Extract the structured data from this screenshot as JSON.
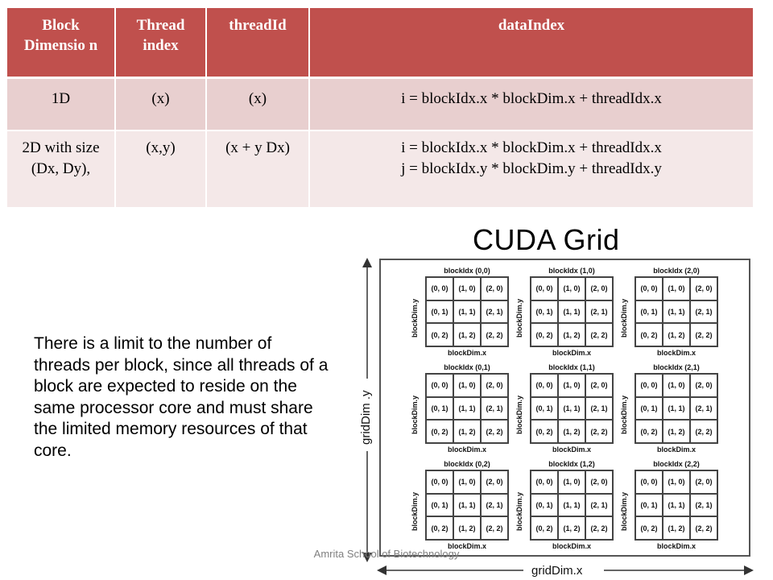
{
  "table": {
    "headers": [
      "Block Dimensio n",
      "Thread index",
      "threadId",
      "dataIndex"
    ],
    "rows": [
      [
        "1D",
        "(x)",
        "(x)",
        "i = blockIdx.x * blockDim.x + threadIdx.x"
      ],
      [
        "2D  with size (Dx, Dy),",
        "(x,y)",
        "(x + y Dx)",
        "i = blockIdx.x * blockDim.x + threadIdx.x",
        "j = blockIdx.y * blockDim.y + threadIdx.y"
      ]
    ]
  },
  "paragraph": "There is a limit to the number of threads per block, since all threads of a block are expected to reside on the same processor core and must share the limited memory resources of that core.",
  "diagram": {
    "title": "CUDA Grid",
    "grid_y_label": "gridDim .y",
    "grid_x_label": "gridDim.x",
    "block_x_label": "blockDim.x",
    "block_y_label": "blockDim.y",
    "block_labels": [
      "blockIdx (0,0)",
      "blockIdx (1,0)",
      "blockIdx (2,0)",
      "blockIdx (0,1)",
      "blockIdx (1,1)",
      "blockIdx (2,1)",
      "blockIdx (0,2)",
      "blockIdx (1,2)",
      "blockIdx (2,2)"
    ],
    "thread_labels": [
      "(0, 0)",
      "(1, 0)",
      "(2, 0)",
      "(0, 1)",
      "(1, 1)",
      "(2, 1)",
      "(0, 2)",
      "(1, 2)",
      "(2, 2)"
    ]
  },
  "footer": "Amrita School of Biotechnology"
}
